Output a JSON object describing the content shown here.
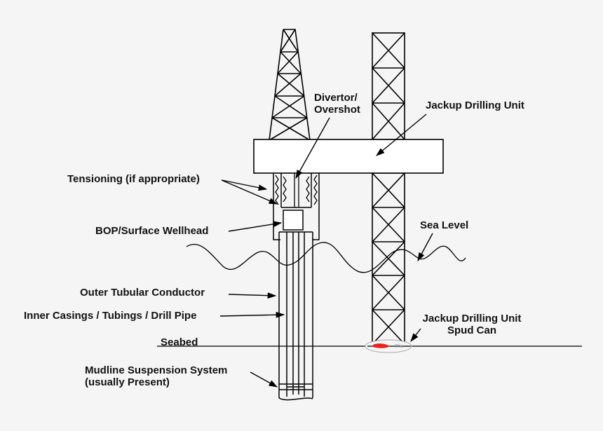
{
  "labels": {
    "divertor_line1": "Divertor/",
    "divertor_line2": "Overshot",
    "jackup_unit": "Jackup Drilling Unit",
    "tensioning": "Tensioning (if appropriate)",
    "bop": "BOP/Surface Wellhead",
    "sea_level": "Sea Level",
    "outer_conductor": "Outer Tubular Conductor",
    "inner_casings": "Inner Casings / Tubings / Drill Pipe",
    "spud_can_line1": "Jackup Drilling Unit",
    "spud_can_line2": "Spud Can",
    "seabed": "Seabed",
    "mudline_line1": "Mudline Suspension System",
    "mudline_line2": "(usually Present)",
    "spud_can_tiny": "The"
  },
  "colors": {
    "background": "#f5f5f5",
    "structure": "#000000",
    "spud_marker": "#e8241c"
  }
}
